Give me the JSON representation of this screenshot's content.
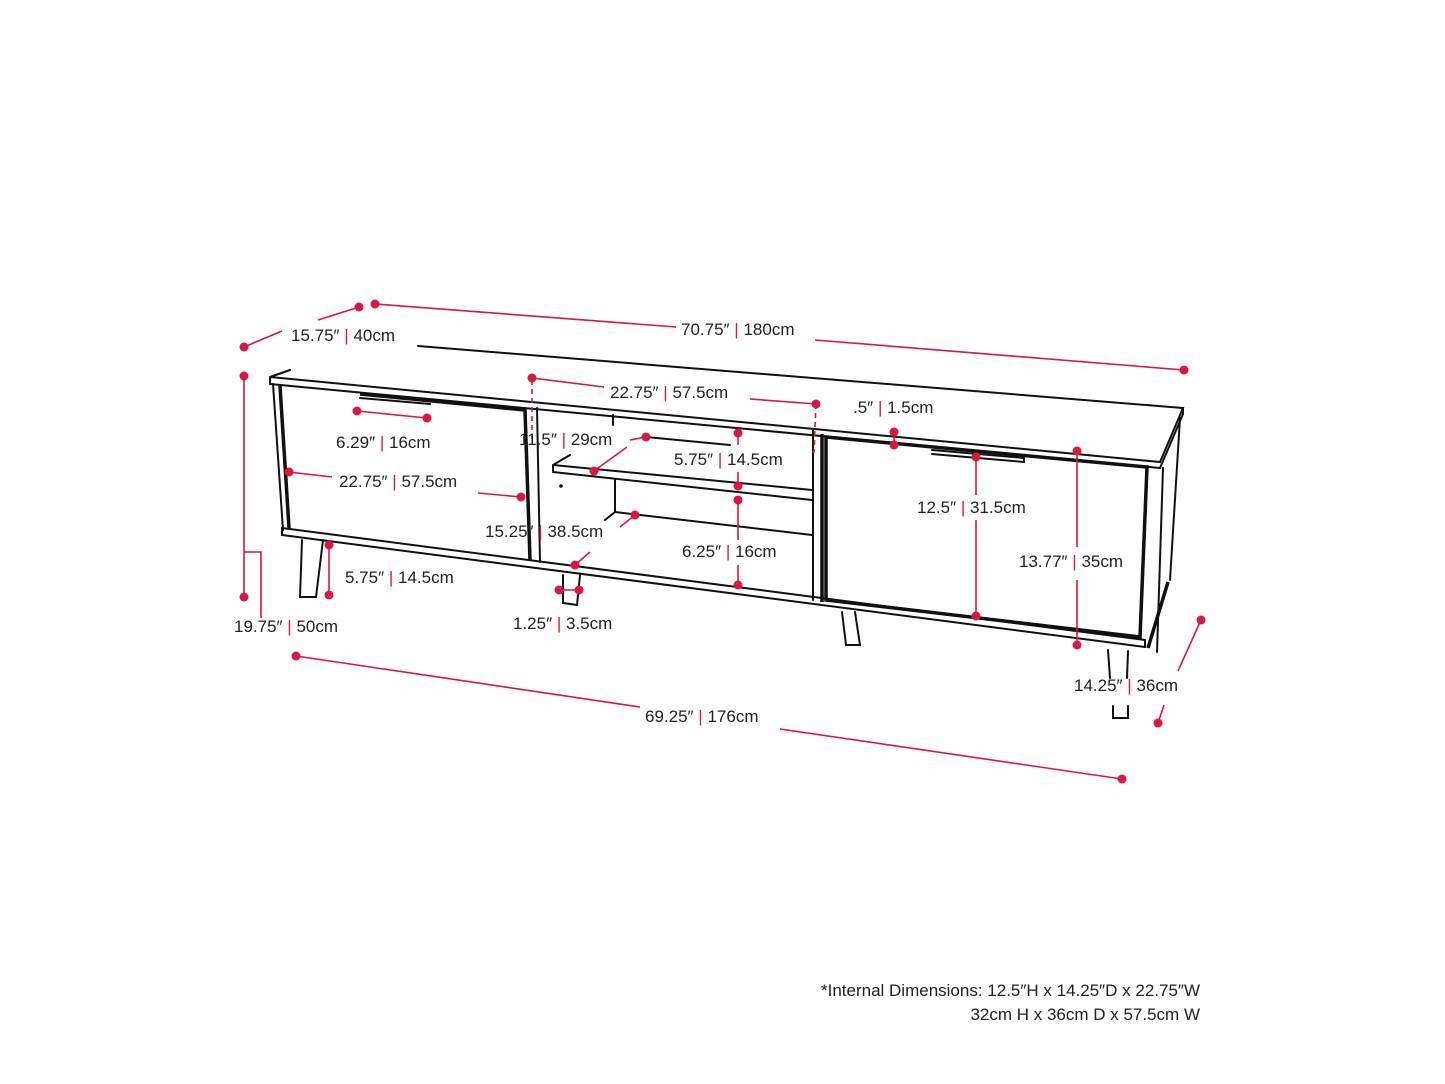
{
  "accent_color": "#d9173f",
  "dimensions": {
    "depth_top": {
      "in": "15.75″",
      "cm": "40cm"
    },
    "width_top": {
      "in": "70.75″",
      "cm": "180cm"
    },
    "height_total": {
      "in": "19.75″",
      "cm": "50cm"
    },
    "width_base": {
      "in": "69.25″",
      "cm": "176cm"
    },
    "center_width": {
      "in": "22.75″",
      "cm": "57.5cm"
    },
    "top_thickness": {
      "in": ".5″",
      "cm": "1.5cm"
    },
    "handle_width": {
      "in": "6.29″",
      "cm": "16cm"
    },
    "shelf_depth": {
      "in": "11.5″",
      "cm": "29cm"
    },
    "upper_opening": {
      "in": "5.75″",
      "cm": "14.5cm"
    },
    "door_width": {
      "in": "22.75″",
      "cm": "57.5cm"
    },
    "door_height": {
      "in": "12.5″",
      "cm": "31.5cm"
    },
    "lower_depth": {
      "in": "15.25″",
      "cm": "38.5cm"
    },
    "lower_opening": {
      "in": "6.25″",
      "cm": "16cm"
    },
    "body_height": {
      "in": "13.77″",
      "cm": "35cm"
    },
    "leg_height": {
      "in": "5.75″",
      "cm": "14.5cm"
    },
    "leg_width": {
      "in": "1.25″",
      "cm": "3.5cm"
    },
    "base_depth": {
      "in": "14.25″",
      "cm": "36cm"
    }
  },
  "separator": "|",
  "footnote": {
    "line1": "*Internal Dimensions: 12.5″H x 14.25″D x 22.75″W",
    "line2": "32cm H x 36cm D x 57.5cm W"
  }
}
